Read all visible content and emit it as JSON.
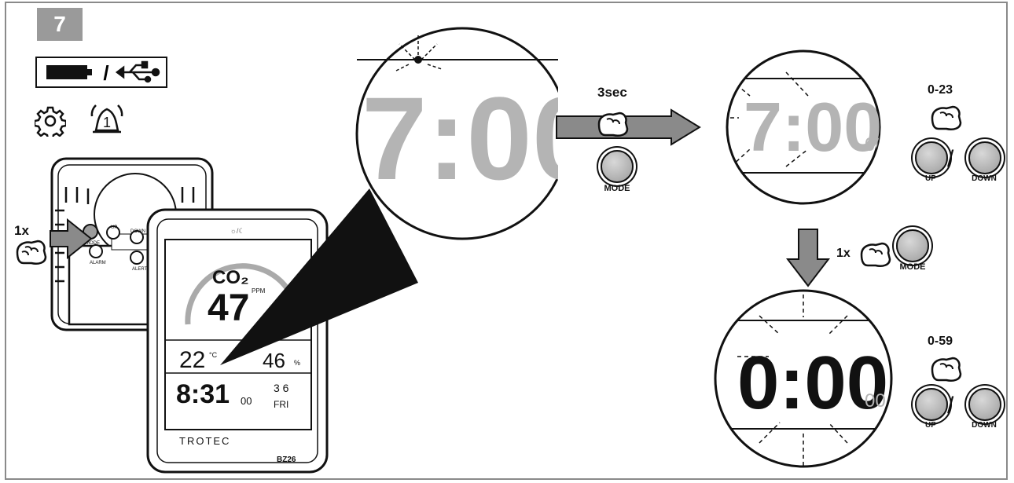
{
  "step": {
    "number": "7"
  },
  "power": {
    "battery_icon": "battery-icon",
    "separator": "/",
    "usb_icon": "usb-icon"
  },
  "mode_icons": {
    "settings_icon": "gear-icon",
    "alarm_icon": "alarm-bell-icon",
    "alarm_number": "1"
  },
  "device_back": {
    "press_count": "1x",
    "buttons": {
      "mode": "MODE",
      "up": "UP",
      "down": "DOWN",
      "alarm": "ALARM",
      "alert": "ALERT"
    }
  },
  "device_front": {
    "co2_label": "CO₂",
    "ppm_label": "PPM",
    "co2_value": "47",
    "temperature": "22",
    "temp_unit": "°C",
    "humidity": "46",
    "humidity_unit": "%",
    "time": "8:31",
    "seconds": "00",
    "date": "3 6",
    "weekday": "FRI",
    "brand": "TROTEC",
    "model": "BZ26"
  },
  "zoom_display": {
    "digits": "7:00"
  },
  "step_hold": {
    "duration": "3sec",
    "button": "MODE"
  },
  "hour_setting": {
    "display": "7:00",
    "seconds": "00",
    "range": "0-23",
    "up": "UP",
    "separator": "/",
    "down": "DOWN"
  },
  "step_next": {
    "press_count": "1x",
    "button": "MODE"
  },
  "minute_setting": {
    "display": "0:00",
    "seconds": "00",
    "range": "0-59",
    "up": "UP",
    "separator": "/",
    "down": "DOWN"
  }
}
